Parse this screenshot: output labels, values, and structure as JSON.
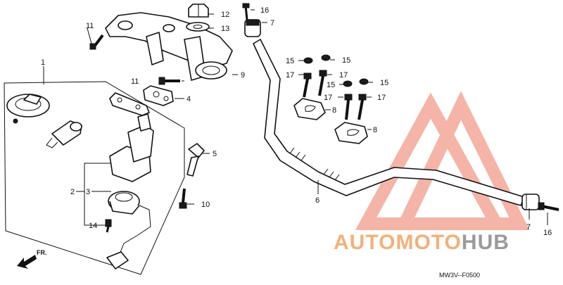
{
  "diagram": {
    "ref_code": "MW3V--F0500",
    "direction_label": "FR.",
    "callouts": [
      {
        "id": "c1",
        "label": "1"
      },
      {
        "id": "c2",
        "label": "2"
      },
      {
        "id": "c3",
        "label": "3"
      },
      {
        "id": "c4",
        "label": "4"
      },
      {
        "id": "c5",
        "label": "5"
      },
      {
        "id": "c6",
        "label": "6"
      },
      {
        "id": "c7a",
        "label": "7"
      },
      {
        "id": "c7b",
        "label": "7"
      },
      {
        "id": "c8a",
        "label": "8"
      },
      {
        "id": "c8b",
        "label": "8"
      },
      {
        "id": "c9",
        "label": "9"
      },
      {
        "id": "c10",
        "label": "10"
      },
      {
        "id": "c11a",
        "label": "11"
      },
      {
        "id": "c11b",
        "label": "11"
      },
      {
        "id": "c12",
        "label": "12"
      },
      {
        "id": "c13",
        "label": "13"
      },
      {
        "id": "c14",
        "label": "14"
      },
      {
        "id": "c15a",
        "label": "15"
      },
      {
        "id": "c15b",
        "label": "15"
      },
      {
        "id": "c15c",
        "label": "15"
      },
      {
        "id": "c15d",
        "label": "15"
      },
      {
        "id": "c16a",
        "label": "16"
      },
      {
        "id": "c16b",
        "label": "16"
      },
      {
        "id": "c17a",
        "label": "17"
      },
      {
        "id": "c17b",
        "label": "17"
      },
      {
        "id": "c17c",
        "label": "17"
      },
      {
        "id": "c17d",
        "label": "17"
      }
    ]
  },
  "watermark": {
    "word_a": "AUTOMOTO",
    "word_b": "HUB",
    "color_main": "#f0a090",
    "color_accent": "#f6c070",
    "color_b": "#9a9a9a"
  }
}
